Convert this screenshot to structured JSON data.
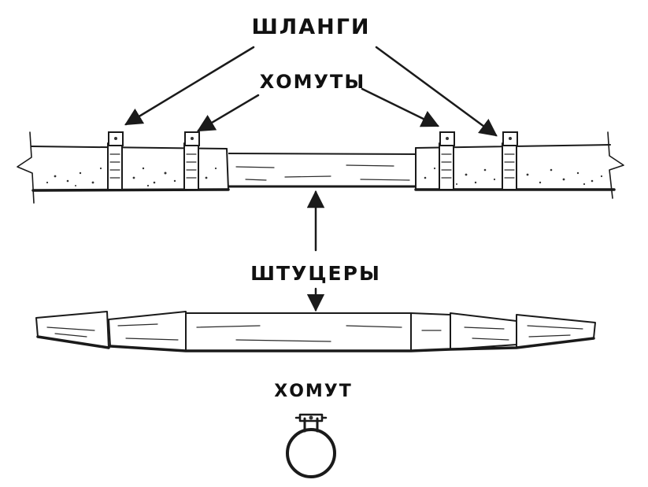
{
  "labels": {
    "hoses": "ШЛАНГИ",
    "clamps": "ХОМУТЫ",
    "fittings": "ШТУЦЕРЫ",
    "clamp": "ХОМУТ"
  },
  "colors": {
    "ink": "#1a1a1a",
    "paper": "#ffffff"
  }
}
